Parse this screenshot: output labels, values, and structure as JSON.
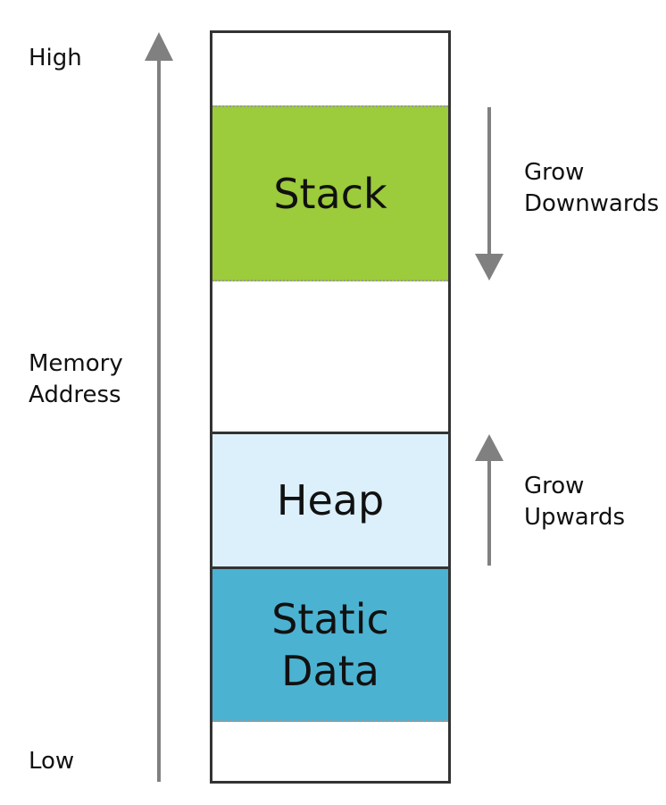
{
  "axis": {
    "high_label": "High",
    "low_label": "Low",
    "title_lines": [
      "Memory",
      "Address"
    ]
  },
  "segments": {
    "stack": {
      "lines": [
        "Stack"
      ]
    },
    "heap": {
      "lines": [
        "Heap"
      ]
    },
    "static_data": {
      "lines": [
        "Static",
        "Data"
      ]
    }
  },
  "annotations": {
    "grow_down_lines": [
      "Grow",
      "Downwards"
    ],
    "grow_up_lines": [
      "Grow",
      "Upwards"
    ]
  },
  "colors": {
    "stack": "#9ccb3b",
    "heap": "#dcf0fb",
    "static_data": "#4cb2d1",
    "arrow": "#808080",
    "border": "#333333"
  }
}
